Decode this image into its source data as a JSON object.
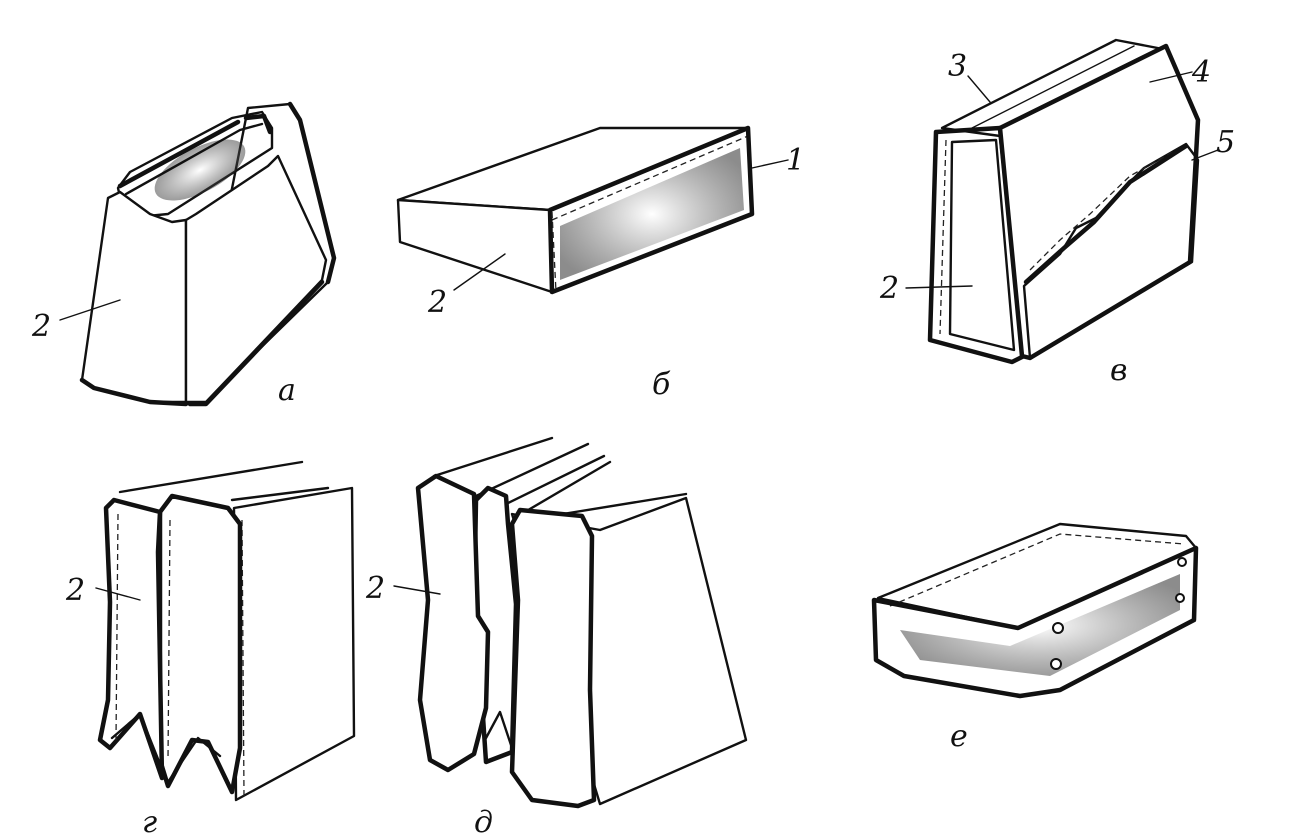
{
  "figure": {
    "panels": [
      {
        "id": "a",
        "letter": "а",
        "parts": [
          "2"
        ]
      },
      {
        "id": "b",
        "letter": "б",
        "parts": [
          "2",
          "1"
        ]
      },
      {
        "id": "v",
        "letter": "в",
        "parts": [
          "2",
          "3",
          "4",
          "5"
        ]
      },
      {
        "id": "g",
        "letter": "г",
        "parts": [
          "2"
        ]
      },
      {
        "id": "d",
        "letter": "д",
        "parts": [
          "2"
        ]
      },
      {
        "id": "e",
        "letter": "е",
        "parts": []
      }
    ]
  },
  "colors": {
    "ink": "#111111",
    "foam": "#555555",
    "background": "#ffffff"
  }
}
